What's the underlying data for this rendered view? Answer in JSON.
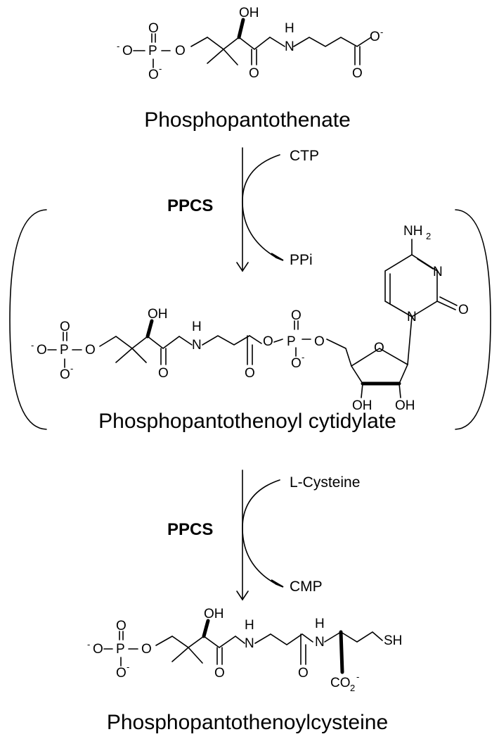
{
  "compounds": {
    "phosphopantothenate": "Phosphopantothenate",
    "intermediate": "Phosphopantothenoyl cytidylate",
    "product": "Phosphopantothenoylcysteine"
  },
  "steps": [
    {
      "enzyme": "PPCS",
      "substrate_in": "CTP",
      "product_out": "PPi"
    },
    {
      "enzyme": "PPCS",
      "substrate_in": "L-Cysteine",
      "product_out": "CMP"
    }
  ],
  "atoms": {
    "oxygen": "O",
    "phosphorus": "P",
    "nitrogen": "N",
    "hydrogen": "H",
    "hydroxyl": "OH",
    "thiol": "SH",
    "amine": "NH",
    "amine_subscript": "2",
    "carboxylate": "CO",
    "carboxylate_subscript": "2",
    "negative_charge": "-"
  }
}
